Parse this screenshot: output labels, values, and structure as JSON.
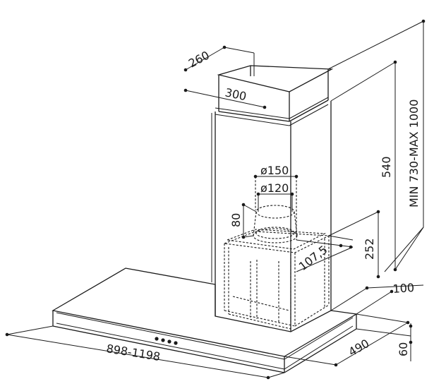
{
  "dimensions": {
    "duct_depth": "260",
    "duct_width": "300",
    "outlet_outer_diameter": "ø150",
    "outlet_inner_diameter": "ø120",
    "collar_height": "80",
    "chimney_height": "540",
    "overall_height_range": "MIN 730-MAX 1000",
    "motor_box_height": "252",
    "outlet_offset": "107,5",
    "wall_offset": "100",
    "hood_depth": "490",
    "hood_thickness": "60",
    "hood_width_range": "898-1198"
  }
}
